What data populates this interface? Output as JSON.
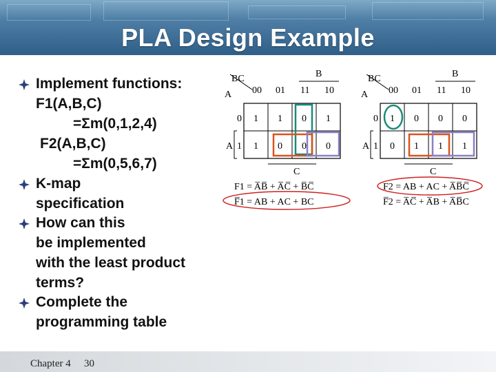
{
  "slide": {
    "title": "PLA Design Example",
    "bullets": [
      {
        "lines": [
          "Implement functions:",
          "F1(A,B,C)",
          "=Σm(0,1,2,4)",
          "F2(A,B,C)",
          "=Σm(0,5,6,7)"
        ]
      },
      {
        "lines": [
          "K-map",
          "specification"
        ]
      },
      {
        "lines": [
          "How can this",
          "be implemented",
          "with the least product",
          "terms?"
        ]
      },
      {
        "lines": [
          "Complete the",
          "programming table"
        ]
      }
    ],
    "footer": {
      "chapter": "Chapter 4",
      "page": "30"
    }
  },
  "kmaps": {
    "col_headers": [
      "00",
      "01",
      "11",
      "10"
    ],
    "row_headers": [
      "0",
      "1"
    ],
    "var_bc": "BC",
    "var_a": "A",
    "var_b": "B",
    "var_c": "C",
    "f1": {
      "rows": [
        [
          "1",
          "1",
          "0",
          "1"
        ],
        [
          "1",
          "0",
          "0",
          "0"
        ]
      ]
    },
    "f2": {
      "rows": [
        [
          "1",
          "0",
          "0",
          "0"
        ],
        [
          "0",
          "1",
          "1",
          "1"
        ]
      ]
    },
    "eq1": "F1 = A̅B̅ + A̅C̅ + B̅C̅",
    "eq1_bar": "F̅1 = AB + AC + BC",
    "eq2": "F2 = AB + AC + A̅B̅C̅",
    "eq2_bar": "F̅2 = A̅C̅ + A̅B + A̅B̅C"
  },
  "colors": {
    "banner": "#2f5f88",
    "bullet": "#2a3f7a",
    "teal": "#1c8a7a",
    "orange": "#d9531e",
    "purple": "#8a7fc8",
    "red": "#cc2222"
  }
}
